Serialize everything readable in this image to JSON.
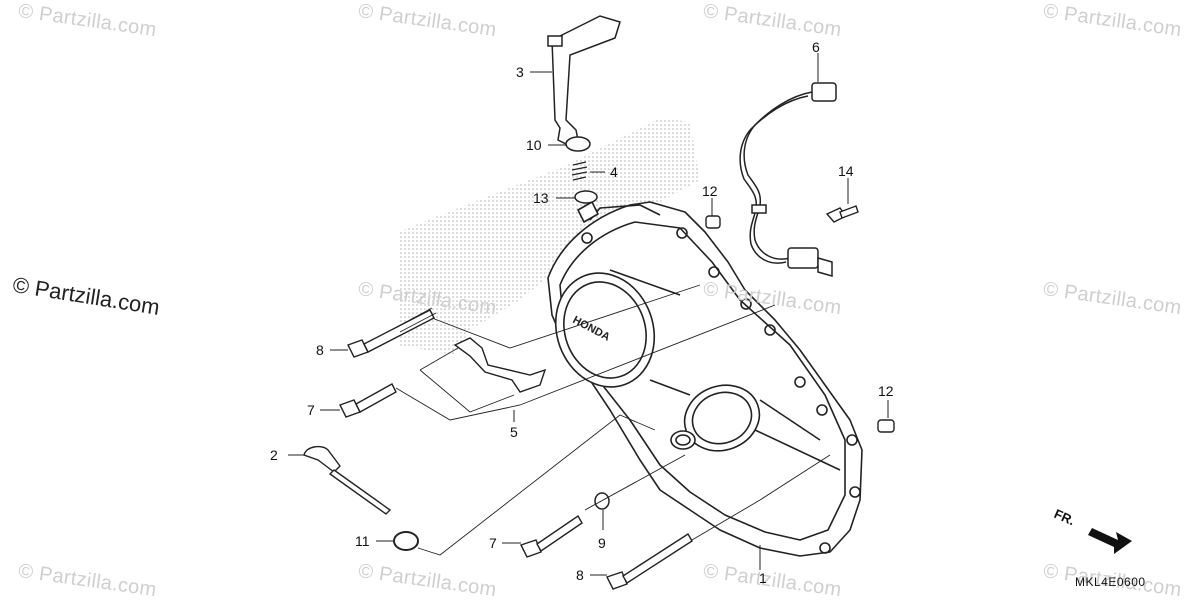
{
  "watermark_text": "© Partzilla.com",
  "copyright_text": "© Partzilla.com",
  "drawing_code": "MKL4E0600",
  "direction_label": "FR.",
  "brand_mark": "HONDA",
  "callouts": {
    "c1": "1",
    "c2": "2",
    "c3": "3",
    "c4": "4",
    "c5": "5",
    "c6": "6",
    "c7a": "7",
    "c7b": "7",
    "c8a": "8",
    "c8b": "8",
    "c9": "9",
    "c10": "10",
    "c11": "11",
    "c12a": "12",
    "c12b": "12",
    "c13": "13",
    "c14": "14"
  }
}
